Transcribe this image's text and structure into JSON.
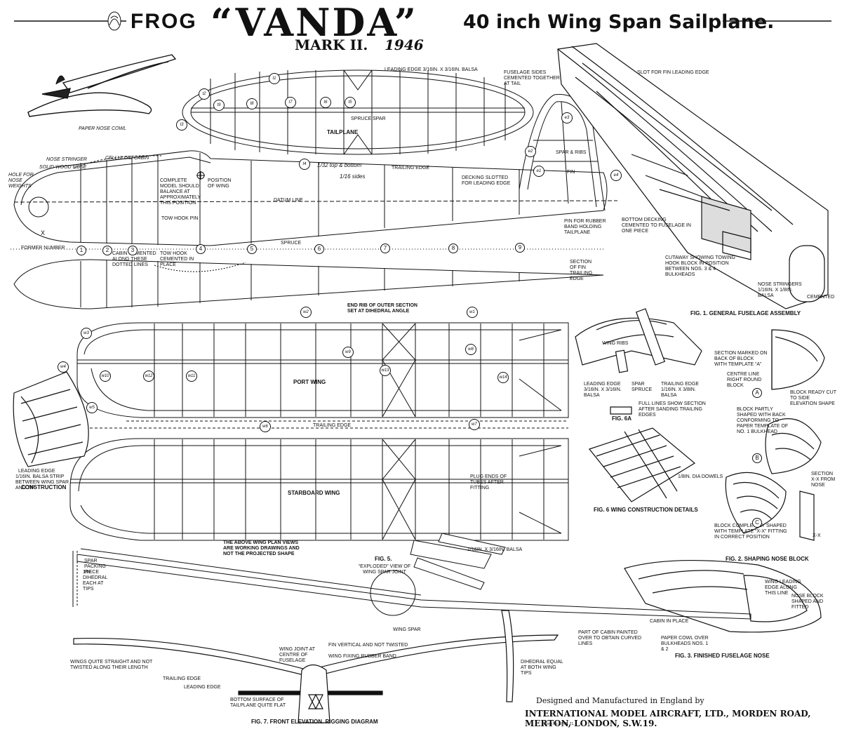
{
  "header": {
    "brand": "FROG",
    "model": "“VANDA”",
    "subtitle": "40 inch Wing Span Sailplane.",
    "mark": "MARK II.",
    "year": "1946"
  },
  "labels": {
    "leading_edge_top": "LEADING EDGE  3/16in. x 3/16in.  BALSA",
    "fuselage_sides": "FUSELAGE SIDES CEMENTED TOGETHER AT TAIL",
    "slot_fin": "SLOT FOR FIN LEADING EDGE",
    "spruce_spar": "SPRUCE SPAR",
    "tailplane": "TAILPLANE",
    "trailing_edge_tail": "TRAILING EDGE",
    "paper_nose": "PAPER NOSE COWL",
    "nose_stringer": "NOSE STRINGER",
    "solid_wood_nose": "SOLID WOOD NOSE",
    "celluloid_cabin": "CELLULOID CABIN",
    "hole_weights": "HOLE FOR NOSE WEIGHTS",
    "complete_model": "COMPLETE MODEL SHOULD BALANCE AT APPROXIMATELY THIS POSITION",
    "position_wing": "POSITION OF WING",
    "tow_hook": "TOW HOOK PIN",
    "datum_line": "DATUM LINE",
    "decking_slotted": "DECKING SLOTTED FOR LEADING EDGE",
    "fin": "FIN",
    "spar_ribs": "SPAR & RIBS",
    "bottom_decking": "BOTTOM DECKING CEMENTED TO FUSELAGE IN ONE PIECE",
    "pin_rubber": "PIN FOR RUBBER BAND HOLDING TAILPLANE",
    "former_number": "FORMER NUMBER",
    "cabin_cemented": "CABIN CEMENTED ALONG THESE DOTTED LINES",
    "tow_hook_place": "TOW HOOK CEMENTED IN PLACE",
    "spruce_strip": "SPRUCE",
    "section_fin": "SECTION OF FIN TRAILING EDGE",
    "cutaway": "CUTAWAY SHOWING TOWING HOOK BLOCK IN POSITION BETWEEN Nos. 3 & 4 BULKHEADS",
    "nose_stringers": "NOSE STRINGERS 1/16in. x 1/8in. BALSA",
    "fig1": "FIG. 1. GENERAL FUSELAGE ASSEMBLY",
    "cemented": "CEMENTED",
    "end_rib": "END RIB OF OUTER SECTION SET AT DIHEDRAL ANGLE",
    "port_wing": "PORT WING",
    "starboard_wing": "STARBOARD WING",
    "trailing_edge_wing": "TRAILING EDGE",
    "plug_ends": "PLUG ENDS OF TUBES AFTER FITTING",
    "leading_edge_wing": "LEADING EDGE",
    "balsa_strip": "1/16in. BALSA STRIP BETWEEN WING SPAR AND TIP",
    "construction": "CONSTRUCTION",
    "wing_ribs": "WING RIBS",
    "le_balsa": "LEADING EDGE 3/16in. x 3/16in. BALSA",
    "spar_spruce": "SPAR SPRUCE",
    "te_balsa": "TRAILING EDGE 1/16in. x 3/8in. BALSA",
    "full_lines": "FULL LINES SHOW SECTION AFTER SANDING TRAILING EDGES",
    "fig6a": "FIG. 6A",
    "dowels": "1/8in. DIA DOWELS",
    "fig6": "FIG. 6 WING CONSTRUCTION DETAILS",
    "section_marked": "SECTION MARKED ON BACK OF BLOCK WITH TEMPLATE “A”",
    "centre_line": "CENTRE LINE RIGHT ROUND BLOCK",
    "block_ready": "BLOCK READY CUT TO SIDE ELEVATION SHAPE",
    "partly_shaped": "BLOCK PARTLY SHAPED WITH BACK CONFORMING TO PAPER TEMPLATE OF No. 1 BULKHEAD",
    "section_nose": "SECTION X-X FROM NOSE",
    "completely_shaped": "BLOCK COMPLETELY SHAPED WITH TEMPLATE “X-X” FITTING IN CORRECT POSITION",
    "fig2": "FIG. 2. SHAPING NOSE BLOCK",
    "fig_a": "A",
    "fig_b": "B",
    "fig_c": "C",
    "xx": "X-X",
    "wing_views_note": "THE ABOVE WING PLAN VIEWS ARE WORKING DRAWINGS AND NOT THE PROJECTED SHAPE",
    "spar_packing": "SPAR PACKING PIECE",
    "dihedral": "1in. DIHEDRAL EACH AT TIPS",
    "fig5": "FIG. 5.",
    "exploded": "“EXPLODED” VIEW OF WING SPAR JOINT",
    "balsa_spar": "1/16in. x 3/16in. BALSA",
    "wing_spar": "WING SPAR",
    "wing_le_line": "WING LEADING EDGE ALONG THIS LINE",
    "nose_block": "NOSE BLOCK SHAPED AND FITTED",
    "cabin_place": "CABIN IN PLACE",
    "part_cabin": "PART OF CABIN PAINTED OVER TO OBTAIN CURVED LINES",
    "paper_cowl": "PAPER COWL OVER BULKHEADS Nos. 1 & 2",
    "fig3": "FIG. 3. FINISHED FUSELAGE NOSE",
    "wing_joint": "WING JOINT AT CENTRE OF FUSELAGE",
    "fin_vertical": "FIN VERTICAL AND NOT TWISTED",
    "wing_rubber": "WING FIXING RUBBER BAND",
    "wings_straight": "WINGS QUITE STRAIGHT AND NOT TWISTED ALONG THEIR LENGTH",
    "trailing_edge_front": "TRAILING EDGE",
    "leading_edge_front": "LEADING EDGE",
    "dihedral_equal": "DIHEDRAL EQUAL AT BOTH WING TIPS",
    "bottom_tailplane": "BOTTOM SURFACE OF TAILPLANE QUITE FLAT",
    "fig7": "FIG. 7. FRONT ELEVATION. RIGGING DIAGRAM",
    "handwritten_top": "1/32 top & bottom",
    "handwritten_side": "1/16 sides",
    "x_marker": "X"
  },
  "stations": [
    "1",
    "2",
    "3",
    "4",
    "5",
    "6",
    "7",
    "8",
    "9"
  ],
  "rib_tags": {
    "t1": "t1",
    "t2": "t2",
    "t3": "t3",
    "t4": "t4",
    "t5": "t5",
    "t6": "t6",
    "t7": "t7",
    "t8": "t8",
    "t9": "t9",
    "e1": "e1",
    "e2": "e2",
    "e3": "e3",
    "e4": "e4",
    "w1": "w1",
    "w2": "w2",
    "w3": "w3",
    "w4": "w4",
    "w5": "w5",
    "w6": "w6",
    "w7": "w7",
    "w8": "w8",
    "w9": "w9",
    "w10": "w10",
    "w11": "w11",
    "w12": "w12",
    "w13": "w13",
    "w14": "w14"
  },
  "footer": {
    "line1": "Designed and Manufactured in England by",
    "line2": "INTERNATIONAL MODEL AIRCRAFT, LTD., MORDEN ROAD, MERTON, LONDON, S.W.19.",
    "form_no": "Form No. I.M.B. 21."
  }
}
